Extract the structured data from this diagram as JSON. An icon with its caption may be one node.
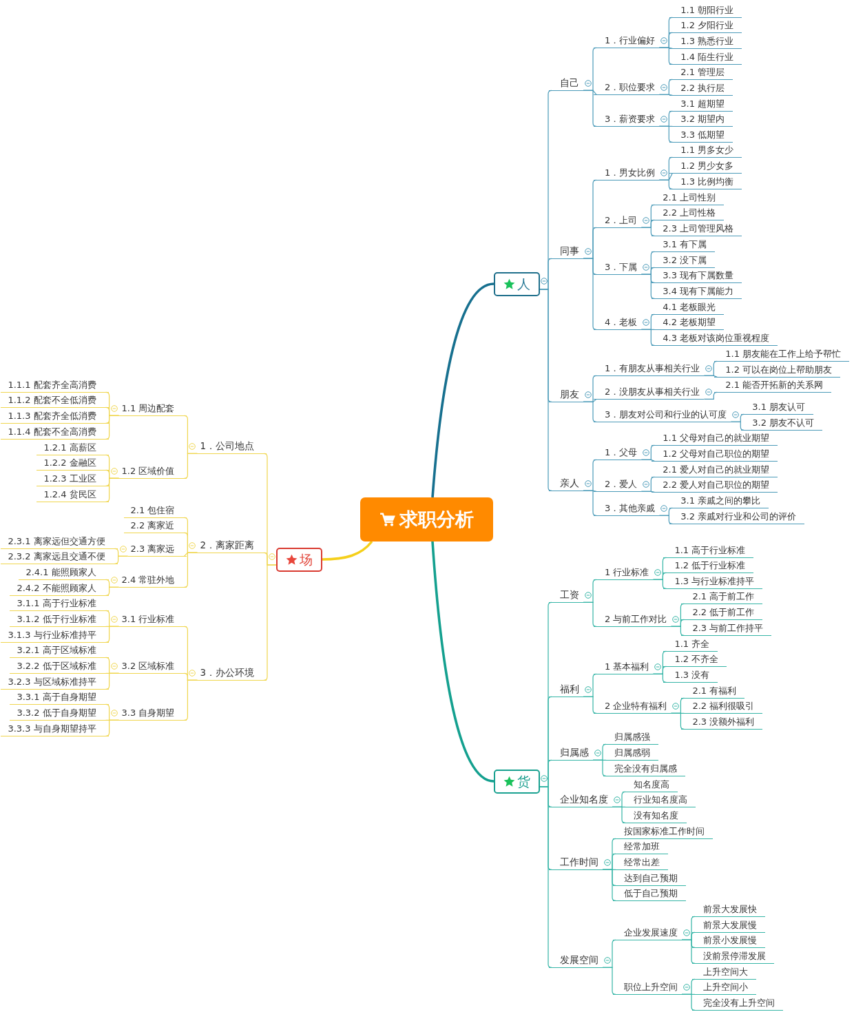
{
  "diagram": {
    "nodes": [
      {
        "text": [
          "求职分析"
        ]
      },
      {
        "text": [
          "人"
        ]
      },
      {
        "text": [
          "自己"
        ]
      },
      {
        "text": [
          "1．行业偏好"
        ]
      },
      {
        "text": [
          "1.1 朝阳行业"
        ]
      },
      {
        "text": [
          "1.2 夕阳行业"
        ]
      },
      {
        "text": [
          "1.3 熟悉行业"
        ]
      },
      {
        "text": [
          "1.4 陌生行业"
        ]
      },
      {
        "text": [
          "2．职位要求"
        ]
      },
      {
        "text": [
          "2.1 管理层"
        ]
      },
      {
        "text": [
          "2.2 执行层"
        ]
      },
      {
        "text": [
          "3．薪资要求"
        ]
      },
      {
        "text": [
          "3.1 超期望"
        ]
      },
      {
        "text": [
          "3.2 期望内"
        ]
      },
      {
        "text": [
          "3.3 低期望"
        ]
      },
      {
        "text": [
          "同事"
        ]
      },
      {
        "text": [
          "1．男女比例"
        ]
      },
      {
        "text": [
          "1.1 男多女少"
        ]
      },
      {
        "text": [
          "1.2 男少女多"
        ]
      },
      {
        "text": [
          "1.3 比例均衡"
        ]
      },
      {
        "text": [
          "2．上司"
        ]
      },
      {
        "text": [
          "2.1 上司性别"
        ]
      },
      {
        "text": [
          "2.2 上司性格"
        ]
      },
      {
        "text": [
          "2.3 上司管理风格"
        ]
      },
      {
        "text": [
          "3．下属"
        ]
      },
      {
        "text": [
          "3.1 有下属"
        ]
      },
      {
        "text": [
          "3.2 没下属"
        ]
      },
      {
        "text": [
          "3.3 现有下属数量"
        ]
      },
      {
        "text": [
          "3.4 现有下属能力"
        ]
      },
      {
        "text": [
          "4．老板"
        ]
      },
      {
        "text": [
          "4.1 老板眼光"
        ]
      },
      {
        "text": [
          "4.2 老板期望"
        ]
      },
      {
        "text": [
          "4.3 老板对该岗位重视程度"
        ]
      },
      {
        "text": [
          "朋友"
        ]
      },
      {
        "text": [
          "1．有朋友从事相关行业"
        ]
      },
      {
        "text": [
          "1.1 朋友能在工作上给予帮忙"
        ]
      },
      {
        "text": [
          "1.2 可以在岗位上帮助朋友"
        ]
      },
      {
        "text": [
          "2．没朋友从事相关行业"
        ]
      },
      {
        "text": [
          "2.1 能否开拓新的关系网"
        ]
      },
      {
        "text": [
          "3．朋友对公司和行业的认可度"
        ]
      },
      {
        "text": [
          "3.1 朋友认可"
        ]
      },
      {
        "text": [
          "3.2 朋友不认可"
        ]
      },
      {
        "text": [
          "亲人"
        ]
      },
      {
        "text": [
          "1．父母"
        ]
      },
      {
        "text": [
          "1.1 父母对自己的就业期望"
        ]
      },
      {
        "text": [
          "1.2 父母对自己职位的期望"
        ]
      },
      {
        "text": [
          "2．爱人"
        ]
      },
      {
        "text": [
          "2.1 爱人对自己的就业期望"
        ]
      },
      {
        "text": [
          "2.2 爱人对自己职位的期望"
        ]
      },
      {
        "text": [
          "3．其他亲戚"
        ]
      },
      {
        "text": [
          "3.1 亲戚之间的攀比"
        ]
      },
      {
        "text": [
          "3.2 亲戚对行业和公司的评价"
        ]
      },
      {
        "text": [
          "货"
        ]
      },
      {
        "text": [
          "工资"
        ]
      },
      {
        "text": [
          "1 行业标准"
        ]
      },
      {
        "text": [
          "1.1 高于行业标准"
        ]
      },
      {
        "text": [
          "1.2 低于行业标准"
        ]
      },
      {
        "text": [
          "1.3 与行业标准持平"
        ]
      },
      {
        "text": [
          "2 与前工作对比"
        ]
      },
      {
        "text": [
          "2.1 高于前工作"
        ]
      },
      {
        "text": [
          "2.2 低于前工作"
        ]
      },
      {
        "text": [
          "2.3 与前工作持平"
        ]
      },
      {
        "text": [
          "福利"
        ]
      },
      {
        "text": [
          "1 基本福利"
        ]
      },
      {
        "text": [
          "1.1 齐全"
        ]
      },
      {
        "text": [
          "1.2 不齐全"
        ]
      },
      {
        "text": [
          "1.3 没有"
        ]
      },
      {
        "text": [
          "2 企业特有福利"
        ]
      },
      {
        "text": [
          "2.1 有福利"
        ]
      },
      {
        "text": [
          "2.2 福利很吸引"
        ]
      },
      {
        "text": [
          "2.3 没额外福利"
        ]
      },
      {
        "text": [
          "归属感"
        ]
      },
      {
        "text": [
          "归属感强"
        ]
      },
      {
        "text": [
          "归属感弱"
        ]
      },
      {
        "text": [
          "完全没有归属感"
        ]
      },
      {
        "text": [
          "企业知名度"
        ]
      },
      {
        "text": [
          "知名度高"
        ]
      },
      {
        "text": [
          "行业知名度高"
        ]
      },
      {
        "text": [
          "没有知名度"
        ]
      },
      {
        "text": [
          "工作时间"
        ]
      },
      {
        "text": [
          "按国家标准工作时间"
        ]
      },
      {
        "text": [
          "经常加班"
        ]
      },
      {
        "text": [
          "经常出差"
        ]
      },
      {
        "text": [
          "达到自己预期"
        ]
      },
      {
        "text": [
          "低于自己预期"
        ]
      },
      {
        "text": [
          "发展空间"
        ]
      },
      {
        "text": [
          "企业发展速度"
        ]
      },
      {
        "text": [
          "前景大发展快"
        ]
      },
      {
        "text": [
          "前景大发展慢"
        ]
      },
      {
        "text": [
          "前景小发展慢"
        ]
      },
      {
        "text": [
          "没前景停滞发展"
        ]
      },
      {
        "text": [
          "职位上升空间"
        ]
      },
      {
        "text": [
          "上升空间大"
        ]
      },
      {
        "text": [
          "上升空间小"
        ]
      },
      {
        "text": [
          "完全没有上升空间"
        ]
      },
      {
        "text": [
          "场"
        ]
      },
      {
        "text": [
          "1．公司地点"
        ]
      },
      {
        "text": [
          "1.1 周边配套"
        ]
      },
      {
        "text": [
          "1.1.1 配套齐全高消费"
        ]
      },
      {
        "text": [
          "1.1.2 配套不全低消费"
        ]
      },
      {
        "text": [
          "1.1.3 配套齐全低消费"
        ]
      },
      {
        "text": [
          "1.1.4 配套不全高消费"
        ]
      },
      {
        "text": [
          "1.2 区域价值"
        ]
      },
      {
        "text": [
          "1.2.1 高薪区"
        ]
      },
      {
        "text": [
          "1.2.2 金融区"
        ]
      },
      {
        "text": [
          "1.2.3 工业区"
        ]
      },
      {
        "text": [
          "1.2.4 贫民区"
        ]
      },
      {
        "text": [
          "2．离家距离"
        ]
      },
      {
        "text": [
          "2.1 包住宿"
        ]
      },
      {
        "text": [
          "2.2 离家近"
        ]
      },
      {
        "text": [
          "2.3 离家远"
        ]
      },
      {
        "text": [
          "2.3.1 离家远但交通方便"
        ]
      },
      {
        "text": [
          "2.3.2 离家远且交通不便"
        ]
      },
      {
        "text": [
          "2.4 常驻外地"
        ]
      },
      {
        "text": [
          "2.4.1 能照顾家人"
        ]
      },
      {
        "text": [
          "2.4.2 不能照顾家人"
        ]
      },
      {
        "text": [
          "3．办公环境"
        ]
      },
      {
        "text": [
          "3.1 行业标准"
        ]
      },
      {
        "text": [
          "3.1.1 高于行业标准"
        ]
      },
      {
        "text": [
          "3.1.2 低于行业标准"
        ]
      },
      {
        "text": [
          "3.1.3 与行业标准持平"
        ]
      },
      {
        "text": [
          "3.2 区域标准"
        ]
      },
      {
        "text": [
          "3.2.1 高于区域标准"
        ]
      },
      {
        "text": [
          "3.2.2 低于区域标准"
        ]
      },
      {
        "text": [
          "3.2.3 与区域标准持平"
        ]
      },
      {
        "text": [
          "3.3 自身期望"
        ]
      },
      {
        "text": [
          "3.3.1 高于自身期望"
        ]
      },
      {
        "text": [
          "3.3.2 低于自身期望"
        ]
      },
      {
        "text": [
          "3.3.3 与自身期望持平"
        ]
      }
    ],
    "edges": [
      {
        "from": 0,
        "to": 1,
        "arrow": "none",
        "style": "thick",
        "color": "#17708f"
      },
      {
        "from": 1,
        "to": 2,
        "arrow": "none"
      },
      {
        "from": 2,
        "to": 3,
        "arrow": "none"
      },
      {
        "from": 3,
        "to": 4,
        "arrow": "none"
      },
      {
        "from": 3,
        "to": 5,
        "arrow": "none"
      },
      {
        "from": 3,
        "to": 6,
        "arrow": "none"
      },
      {
        "from": 3,
        "to": 7,
        "arrow": "none"
      },
      {
        "from": 2,
        "to": 8,
        "arrow": "none"
      },
      {
        "from": 8,
        "to": 9,
        "arrow": "none"
      },
      {
        "from": 8,
        "to": 10,
        "arrow": "none"
      },
      {
        "from": 2,
        "to": 11,
        "arrow": "none"
      },
      {
        "from": 11,
        "to": 12,
        "arrow": "none"
      },
      {
        "from": 11,
        "to": 13,
        "arrow": "none"
      },
      {
        "from": 11,
        "to": 14,
        "arrow": "none"
      },
      {
        "from": 1,
        "to": 15,
        "arrow": "none"
      },
      {
        "from": 15,
        "to": 16,
        "arrow": "none"
      },
      {
        "from": 16,
        "to": 17,
        "arrow": "none"
      },
      {
        "from": 16,
        "to": 18,
        "arrow": "none"
      },
      {
        "from": 16,
        "to": 19,
        "arrow": "none"
      },
      {
        "from": 15,
        "to": 20,
        "arrow": "none"
      },
      {
        "from": 20,
        "to": 21,
        "arrow": "none"
      },
      {
        "from": 20,
        "to": 22,
        "arrow": "none"
      },
      {
        "from": 20,
        "to": 23,
        "arrow": "none"
      },
      {
        "from": 15,
        "to": 24,
        "arrow": "none"
      },
      {
        "from": 24,
        "to": 25,
        "arrow": "none"
      },
      {
        "from": 24,
        "to": 26,
        "arrow": "none"
      },
      {
        "from": 24,
        "to": 27,
        "arrow": "none"
      },
      {
        "from": 24,
        "to": 28,
        "arrow": "none"
      },
      {
        "from": 15,
        "to": 29,
        "arrow": "none"
      },
      {
        "from": 29,
        "to": 30,
        "arrow": "none"
      },
      {
        "from": 29,
        "to": 31,
        "arrow": "none"
      },
      {
        "from": 29,
        "to": 32,
        "arrow": "none"
      },
      {
        "from": 1,
        "to": 33,
        "arrow": "none"
      },
      {
        "from": 33,
        "to": 34,
        "arrow": "none"
      },
      {
        "from": 34,
        "to": 35,
        "arrow": "none"
      },
      {
        "from": 34,
        "to": 36,
        "arrow": "none"
      },
      {
        "from": 33,
        "to": 37,
        "arrow": "none"
      },
      {
        "from": 37,
        "to": 38,
        "arrow": "none"
      },
      {
        "from": 33,
        "to": 39,
        "arrow": "none"
      },
      {
        "from": 39,
        "to": 40,
        "arrow": "none"
      },
      {
        "from": 39,
        "to": 41,
        "arrow": "none"
      },
      {
        "from": 1,
        "to": 42,
        "arrow": "none"
      },
      {
        "from": 42,
        "to": 43,
        "arrow": "none"
      },
      {
        "from": 43,
        "to": 44,
        "arrow": "none"
      },
      {
        "from": 43,
        "to": 45,
        "arrow": "none"
      },
      {
        "from": 42,
        "to": 46,
        "arrow": "none"
      },
      {
        "from": 46,
        "to": 47,
        "arrow": "none"
      },
      {
        "from": 46,
        "to": 48,
        "arrow": "none"
      },
      {
        "from": 42,
        "to": 49,
        "arrow": "none"
      },
      {
        "from": 49,
        "to": 50,
        "arrow": "none"
      },
      {
        "from": 49,
        "to": 51,
        "arrow": "none"
      },
      {
        "from": 0,
        "to": 52,
        "arrow": "none",
        "style": "thick",
        "color": "#14a08f"
      },
      {
        "from": 52,
        "to": 53,
        "arrow": "none",
        "color": "#35b5a6"
      },
      {
        "from": 53,
        "to": 54,
        "arrow": "none",
        "color": "#35b5a6"
      },
      {
        "from": 54,
        "to": 55,
        "arrow": "none",
        "color": "#35b5a6"
      },
      {
        "from": 54,
        "to": 56,
        "arrow": "none",
        "color": "#35b5a6"
      },
      {
        "from": 54,
        "to": 57,
        "arrow": "none",
        "color": "#35b5a6"
      },
      {
        "from": 53,
        "to": 58,
        "arrow": "none",
        "color": "#35b5a6"
      },
      {
        "from": 58,
        "to": 59,
        "arrow": "none",
        "color": "#35b5a6"
      },
      {
        "from": 58,
        "to": 60,
        "arrow": "none",
        "color": "#35b5a6"
      },
      {
        "from": 58,
        "to": 61,
        "arrow": "none",
        "color": "#35b5a6"
      },
      {
        "from": 52,
        "to": 62,
        "arrow": "none",
        "color": "#35b5a6"
      },
      {
        "from": 62,
        "to": 63,
        "arrow": "none",
        "color": "#35b5a6"
      },
      {
        "from": 63,
        "to": 64,
        "arrow": "none",
        "color": "#35b5a6"
      },
      {
        "from": 63,
        "to": 65,
        "arrow": "none",
        "color": "#35b5a6"
      },
      {
        "from": 63,
        "to": 66,
        "arrow": "none",
        "color": "#35b5a6"
      },
      {
        "from": 62,
        "to": 67,
        "arrow": "none",
        "color": "#35b5a6"
      },
      {
        "from": 67,
        "to": 68,
        "arrow": "none",
        "color": "#35b5a6"
      },
      {
        "from": 67,
        "to": 69,
        "arrow": "none",
        "color": "#35b5a6"
      },
      {
        "from": 67,
        "to": 70,
        "arrow": "none",
        "color": "#35b5a6"
      },
      {
        "from": 52,
        "to": 71,
        "arrow": "none",
        "color": "#35b5a6"
      },
      {
        "from": 71,
        "to": 72,
        "arrow": "none",
        "color": "#35b5a6"
      },
      {
        "from": 71,
        "to": 73,
        "arrow": "none",
        "color": "#35b5a6"
      },
      {
        "from": 71,
        "to": 74,
        "arrow": "none",
        "color": "#35b5a6"
      },
      {
        "from": 52,
        "to": 75,
        "arrow": "none",
        "color": "#35b5a6"
      },
      {
        "from": 75,
        "to": 76,
        "arrow": "none",
        "color": "#35b5a6"
      },
      {
        "from": 75,
        "to": 77,
        "arrow": "none",
        "color": "#35b5a6"
      },
      {
        "from": 75,
        "to": 78,
        "arrow": "none",
        "color": "#35b5a6"
      },
      {
        "from": 52,
        "to": 79,
        "arrow": "none",
        "color": "#35b5a6"
      },
      {
        "from": 79,
        "to": 80,
        "arrow": "none",
        "color": "#35b5a6"
      },
      {
        "from": 79,
        "to": 81,
        "arrow": "none",
        "color": "#35b5a6"
      },
      {
        "from": 79,
        "to": 82,
        "arrow": "none",
        "color": "#35b5a6"
      },
      {
        "from": 79,
        "to": 83,
        "arrow": "none",
        "color": "#35b5a6"
      },
      {
        "from": 79,
        "to": 84,
        "arrow": "none",
        "color": "#35b5a6"
      },
      {
        "from": 52,
        "to": 85,
        "arrow": "none",
        "color": "#35b5a6"
      },
      {
        "from": 85,
        "to": 86,
        "arrow": "none",
        "color": "#35b5a6"
      },
      {
        "from": 86,
        "to": 87,
        "arrow": "none",
        "color": "#35b5a6"
      },
      {
        "from": 86,
        "to": 88,
        "arrow": "none",
        "color": "#35b5a6"
      },
      {
        "from": 86,
        "to": 89,
        "arrow": "none",
        "color": "#35b5a6"
      },
      {
        "from": 86,
        "to": 90,
        "arrow": "none",
        "color": "#35b5a6"
      },
      {
        "from": 85,
        "to": 91,
        "arrow": "none",
        "color": "#35b5a6"
      },
      {
        "from": 91,
        "to": 92,
        "arrow": "none",
        "color": "#35b5a6"
      },
      {
        "from": 91,
        "to": 93,
        "arrow": "none",
        "color": "#35b5a6"
      },
      {
        "from": 91,
        "to": 94,
        "arrow": "none",
        "color": "#35b5a6"
      },
      {
        "from": 0,
        "to": 95,
        "arrow": "none",
        "style": "thick",
        "color": "#f5cf1a"
      },
      {
        "from": 95,
        "to": 96,
        "arrow": "none",
        "color": "#f0d64e"
      },
      {
        "from": 96,
        "to": 97,
        "arrow": "none",
        "color": "#f0d64e"
      },
      {
        "from": 97,
        "to": 98,
        "arrow": "none",
        "color": "#f0d64e"
      },
      {
        "from": 97,
        "to": 99,
        "arrow": "none",
        "color": "#f0d64e"
      },
      {
        "from": 97,
        "to": 100,
        "arrow": "none",
        "color": "#f0d64e"
      },
      {
        "from": 97,
        "to": 101,
        "arrow": "none",
        "color": "#f0d64e"
      },
      {
        "from": 96,
        "to": 102,
        "arrow": "none",
        "color": "#f0d64e"
      },
      {
        "from": 102,
        "to": 103,
        "arrow": "none",
        "color": "#f0d64e"
      },
      {
        "from": 102,
        "to": 104,
        "arrow": "none",
        "color": "#f0d64e"
      },
      {
        "from": 102,
        "to": 105,
        "arrow": "none",
        "color": "#f0d64e"
      },
      {
        "from": 102,
        "to": 106,
        "arrow": "none",
        "color": "#f0d64e"
      },
      {
        "from": 95,
        "to": 107,
        "arrow": "none",
        "color": "#f0d64e"
      },
      {
        "from": 107,
        "to": 108,
        "arrow": "none",
        "color": "#f0d64e"
      },
      {
        "from": 107,
        "to": 109,
        "arrow": "none",
        "color": "#f0d64e"
      },
      {
        "from": 107,
        "to": 110,
        "arrow": "none",
        "color": "#f0d64e"
      },
      {
        "from": 110,
        "to": 111,
        "arrow": "none",
        "color": "#f0d64e"
      },
      {
        "from": 110,
        "to": 112,
        "arrow": "none",
        "color": "#f0d64e"
      },
      {
        "from": 107,
        "to": 113,
        "arrow": "none",
        "color": "#f0d64e"
      },
      {
        "from": 113,
        "to": 114,
        "arrow": "none",
        "color": "#f0d64e"
      },
      {
        "from": 113,
        "to": 115,
        "arrow": "none",
        "color": "#f0d64e"
      },
      {
        "from": 95,
        "to": 116,
        "arrow": "none",
        "color": "#f0d64e"
      },
      {
        "from": 116,
        "to": 117,
        "arrow": "none",
        "color": "#f0d64e"
      },
      {
        "from": 117,
        "to": 118,
        "arrow": "none",
        "color": "#f0d64e"
      },
      {
        "from": 117,
        "to": 119,
        "arrow": "none",
        "color": "#f0d64e"
      },
      {
        "from": 117,
        "to": 120,
        "arrow": "none",
        "color": "#f0d64e"
      },
      {
        "from": 116,
        "to": 121,
        "arrow": "none",
        "color": "#f0d64e"
      },
      {
        "from": 121,
        "to": 122,
        "arrow": "none",
        "color": "#f0d64e"
      },
      {
        "from": 121,
        "to": 123,
        "arrow": "none",
        "color": "#f0d64e"
      },
      {
        "from": 121,
        "to": 124,
        "arrow": "none",
        "color": "#f0d64e"
      },
      {
        "from": 116,
        "to": 125,
        "arrow": "none",
        "color": "#f0d64e"
      },
      {
        "from": 125,
        "to": 126,
        "arrow": "none",
        "color": "#f0d64e"
      },
      {
        "from": 125,
        "to": 127,
        "arrow": "none",
        "color": "#f0d64e"
      },
      {
        "from": 125,
        "to": 128,
        "arrow": "none",
        "color": "#f0d64e"
      }
    ]
  }
}
